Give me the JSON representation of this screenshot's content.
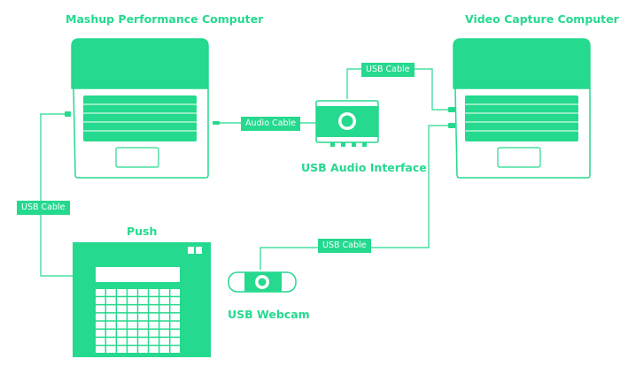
{
  "colors": {
    "accent": "#25d98e",
    "background": "#ffffff"
  },
  "labels": {
    "mashup_computer": "Mashup Performance Computer",
    "video_computer": "Video Capture Computer",
    "usb_audio_interface": "USB Audio Interface",
    "push": "Push",
    "usb_webcam": "USB Webcam"
  },
  "cables": {
    "usb_top": "USB Cable",
    "audio": "Audio Cable",
    "usb_left": "USB Cable",
    "usb_bottom": "USB Cable"
  },
  "icons": [
    "laptop-icon",
    "audio-interface-icon",
    "push-controller-icon",
    "webcam-icon"
  ]
}
